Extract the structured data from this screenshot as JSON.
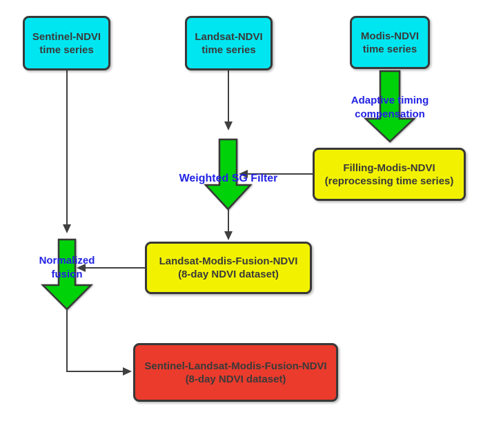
{
  "diagram": {
    "colors": {
      "input_node_fill": "#00E6F0",
      "process_node_fill": "#F2F200",
      "output_node_fill": "#EA3B2C",
      "block_arrow_fill": "#00D20A",
      "label_text": "#2222E5",
      "node_text": "#3A3A3A",
      "node_border": "#383838",
      "connector": "#404040"
    },
    "nodes": {
      "sentinel": {
        "line1": "Sentinel-NDVI",
        "line2": "time series"
      },
      "landsat": {
        "line1": "Landsat-NDVI",
        "line2": "time series"
      },
      "modis": {
        "line1": "Modis-NDVI",
        "line2": "time series"
      },
      "filling_modis": {
        "line1": "Filling-Modis-NDVI",
        "line2": "(reprocessing time series)"
      },
      "landsat_modis_fusion": {
        "line1": "Landsat-Modis-Fusion-NDVI",
        "line2": "(8-day NDVI dataset)"
      },
      "sentinel_landsat_modis_fusion": {
        "line1": "Sentinel-Landsat-Modis-Fusion-NDVI",
        "line2": "(8-day NDVI dataset)"
      }
    },
    "arrow_labels": {
      "adaptive_timing": {
        "line1": "Adaptive timing",
        "line2": "compensation"
      },
      "weighted_sg": {
        "text": "Weighted SG Filter"
      },
      "normalized_fusion": {
        "line1": "Normalized",
        "line2": "fusion"
      }
    }
  }
}
